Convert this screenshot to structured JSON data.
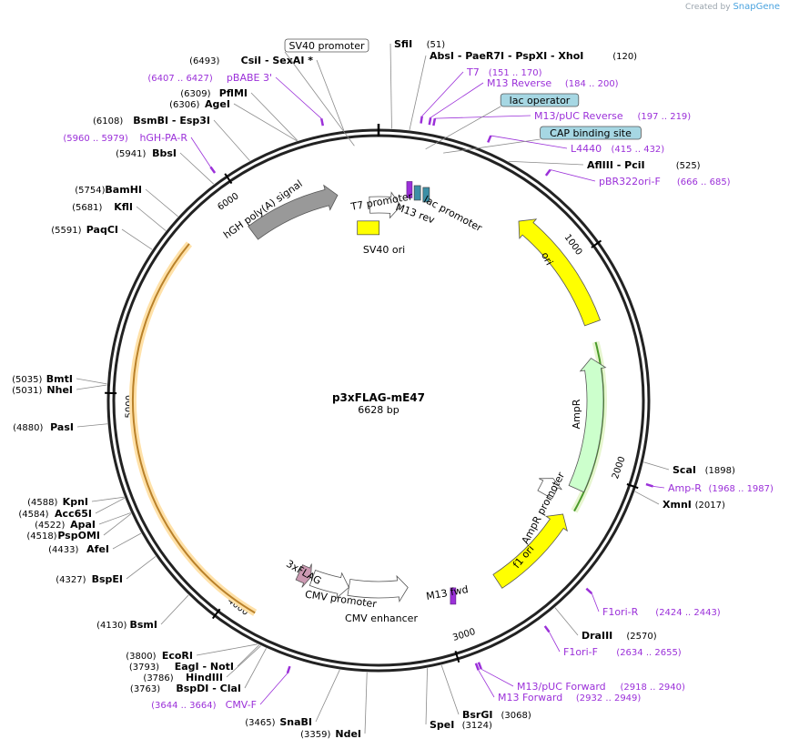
{
  "credit": {
    "created_by": "Created by",
    "brand": "SnapGene"
  },
  "plasmid": {
    "name": "p3xFLAG-mE47",
    "size_label": "6628 bp",
    "length": 6628
  },
  "ticks": [
    {
      "bp": 1000,
      "label": "1000"
    },
    {
      "bp": 2000,
      "label": "2000"
    },
    {
      "bp": 3000,
      "label": "3000"
    },
    {
      "bp": 4000,
      "label": "4000"
    },
    {
      "bp": 5000,
      "label": "5000"
    },
    {
      "bp": 6000,
      "label": "6000"
    }
  ],
  "features": [
    {
      "name": "T7 promoter",
      "label": "T7 promoter",
      "start": 6580,
      "end": 120,
      "kind": "promoter",
      "color": "#ffffff"
    },
    {
      "name": "SV40 ori",
      "label": "SV40 ori",
      "start": 6510,
      "end": 6620,
      "kind": "box",
      "color": "#ffff00"
    },
    {
      "name": "M13 rev",
      "label": "M13 rev",
      "start": 145,
      "end": 162,
      "kind": "primer",
      "color": "#9b30d9"
    },
    {
      "name": "lac operator",
      "label": "lac operator",
      "start": 185,
      "end": 205,
      "kind": "box",
      "color": "#3c8fa6"
    },
    {
      "name": "lac promoter",
      "label": "lac promoter",
      "start": 225,
      "end": 255,
      "kind": "box",
      "color": "#3c8fa6"
    },
    {
      "name": "ori",
      "label": "ori",
      "start": 700,
      "end": 1290,
      "kind": "arrow",
      "color": "#ffff00"
    },
    {
      "name": "AmpR",
      "label": "AmpR",
      "start": 1450,
      "end": 2100,
      "kind": "arrow",
      "color": "#ccffcc"
    },
    {
      "name": "AmpR promoter",
      "label": "AmpR promoter",
      "start": 2100,
      "end": 2200,
      "kind": "promoter",
      "color": "#ffffff"
    },
    {
      "name": "f1 ori",
      "label": "f1 ori",
      "start": 2240,
      "end": 2700,
      "kind": "arrow",
      "color": "#ffff00"
    },
    {
      "name": "M13 fwd",
      "label": "M13 fwd",
      "start": 2920,
      "end": 2940,
      "kind": "primer",
      "color": "#9b30d9"
    },
    {
      "name": "CMV enhancer",
      "label": "CMV enhancer",
      "start": 3150,
      "end": 3480,
      "kind": "arrow",
      "color": "#ffffff"
    },
    {
      "name": "CMV promoter",
      "label": "CMV promoter",
      "start": 3480,
      "end": 3690,
      "kind": "arrow",
      "color": "#ffffff"
    },
    {
      "name": "3xFLAG",
      "label": "3xFLAG",
      "start": 3700,
      "end": 3770,
      "kind": "arrow",
      "color": "#cc99b2"
    },
    {
      "name": "hGH poly(A) signal",
      "label": "hGH poly(A) signal",
      "start": 5950,
      "end": 6420,
      "kind": "arrow",
      "color": "#999999"
    }
  ],
  "enzymes": [
    {
      "name": "SfiI",
      "pos_label": "(51)",
      "bp": 51
    },
    {
      "name": "AbsI - PaeR7I - PspXI - XhoI",
      "pos_label": "(120)",
      "bp": 120
    },
    {
      "name": "AflIII - PciI",
      "pos_label": "(525)",
      "bp": 525
    },
    {
      "name": "ScaI",
      "pos_label": "(1898)",
      "bp": 1898
    },
    {
      "name": "XmnI",
      "pos_label": "(2017)",
      "bp": 2017
    },
    {
      "name": "DraIII",
      "pos_label": "(2570)",
      "bp": 2570
    },
    {
      "name": "BsrGI",
      "pos_label": "(3068)",
      "bp": 3068
    },
    {
      "name": "SpeI",
      "pos_label": "(3124)",
      "bp": 3124
    },
    {
      "name": "NdeI",
      "pos_label": "(3359)",
      "bp": 3359
    },
    {
      "name": "SnaBI",
      "pos_label": "(3465)",
      "bp": 3465
    },
    {
      "name": "BspDI - ClaI",
      "pos_label": "(3763)",
      "bp": 3763
    },
    {
      "name": "HindIII",
      "pos_label": "(3786)",
      "bp": 3786
    },
    {
      "name": "EagI - NotI",
      "pos_label": "(3793)",
      "bp": 3793
    },
    {
      "name": "EcoRI",
      "pos_label": "(3800)",
      "bp": 3800
    },
    {
      "name": "BsmI",
      "pos_label": "(4130)",
      "bp": 4130
    },
    {
      "name": "BspEI",
      "pos_label": "(4327)",
      "bp": 4327
    },
    {
      "name": "AfeI",
      "pos_label": "(4433)",
      "bp": 4433
    },
    {
      "name": "PspOMI",
      "pos_label": "(4518)",
      "bp": 4518
    },
    {
      "name": "ApaI",
      "pos_label": "(4522)",
      "bp": 4522
    },
    {
      "name": "Acc65I",
      "pos_label": "(4584)",
      "bp": 4584
    },
    {
      "name": "KpnI",
      "pos_label": "(4588)",
      "bp": 4588
    },
    {
      "name": "PasI",
      "pos_label": "(4880)",
      "bp": 4880
    },
    {
      "name": "NheI",
      "pos_label": "(5031)",
      "bp": 5031
    },
    {
      "name": "BmtI",
      "pos_label": "(5035)",
      "bp": 5035
    },
    {
      "name": "PaqCI",
      "pos_label": "(5591)",
      "bp": 5591
    },
    {
      "name": "KflI",
      "pos_label": "(5681)",
      "bp": 5681
    },
    {
      "name": "BamHI",
      "pos_label": "(5754)",
      "bp": 5754
    },
    {
      "name": "BbsI",
      "pos_label": "(5941)",
      "bp": 5941
    },
    {
      "name": "BsmBI - Esp3I",
      "pos_label": "(6108)",
      "bp": 6108
    },
    {
      "name": "AgeI",
      "pos_label": "(6306)",
      "bp": 6306
    },
    {
      "name": "PflMI",
      "pos_label": "(6309)",
      "bp": 6309
    },
    {
      "name": "CsiI - SexAI *",
      "pos_label": "(6493)",
      "bp": 6493
    }
  ],
  "primers": [
    {
      "name": "T7",
      "pos_label": "(151 .. 170)",
      "bp": 160
    },
    {
      "name": "M13 Reverse",
      "pos_label": "(184 .. 200)",
      "bp": 192
    },
    {
      "name": "M13/pUC Reverse",
      "pos_label": "(197 .. 219)",
      "bp": 208
    },
    {
      "name": "L4440",
      "pos_label": "(415 .. 432)",
      "bp": 423
    },
    {
      "name": "pBR322ori-F",
      "pos_label": "(666 .. 685)",
      "bp": 675
    },
    {
      "name": "Amp-R",
      "pos_label": "(1968 .. 1987)",
      "bp": 1977
    },
    {
      "name": "F1ori-R",
      "pos_label": "(2424 .. 2443)",
      "bp": 2433
    },
    {
      "name": "F1ori-F",
      "pos_label": "(2634 .. 2655)",
      "bp": 2644
    },
    {
      "name": "M13/pUC Forward",
      "pos_label": "(2918 .. 2940)",
      "bp": 2929
    },
    {
      "name": "M13 Forward",
      "pos_label": "(2932 .. 2949)",
      "bp": 2940
    },
    {
      "name": "CMV-F",
      "pos_label": "(3644 .. 3664)",
      "bp": 3654
    },
    {
      "name": "hGH-PA-R",
      "pos_label": "(5960 .. 5979)",
      "bp": 5970
    },
    {
      "name": "pBABE 3'",
      "pos_label": "(6407 .. 6427)",
      "bp": 6417
    }
  ],
  "boxed_labels": [
    {
      "name": "SV40 promoter",
      "color": "#ffffff"
    },
    {
      "name": "lac operator",
      "color": "#a6d7e3"
    },
    {
      "name": "CAP binding site",
      "color": "#a6d7e3"
    }
  ],
  "orfs": [
    {
      "start": 1380,
      "end": 2200,
      "color": "#4a9a2a",
      "halo": "#e6f5cf"
    },
    {
      "start": 3870,
      "end": 5700,
      "color": "#b9812a",
      "halo": "#ffe1a8"
    }
  ]
}
